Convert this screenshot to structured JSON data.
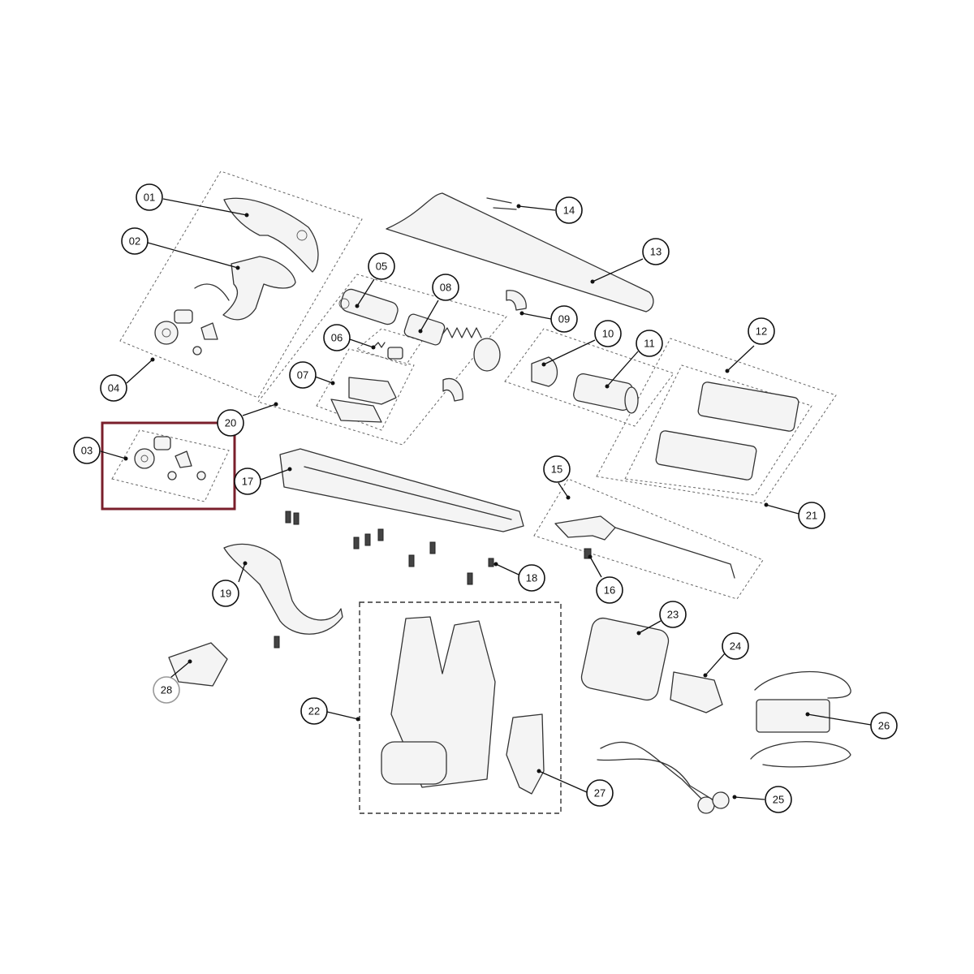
{
  "highlight_color": "#7a1f2b",
  "callouts": {
    "c01": "01",
    "c02": "02",
    "c03": "03",
    "c04": "04",
    "c05": "05",
    "c06": "06",
    "c07": "07",
    "c08": "08",
    "c09": "09",
    "c10": "10",
    "c11": "11",
    "c12": "12",
    "c13": "13",
    "c14": "14",
    "c15": "15",
    "c16": "16",
    "c17": "17",
    "c18": "18",
    "c19": "19",
    "c20": "20",
    "c21": "21",
    "c22": "22",
    "c23": "23",
    "c24": "24",
    "c25": "25",
    "c26": "26",
    "c27": "27",
    "c28": "28"
  }
}
